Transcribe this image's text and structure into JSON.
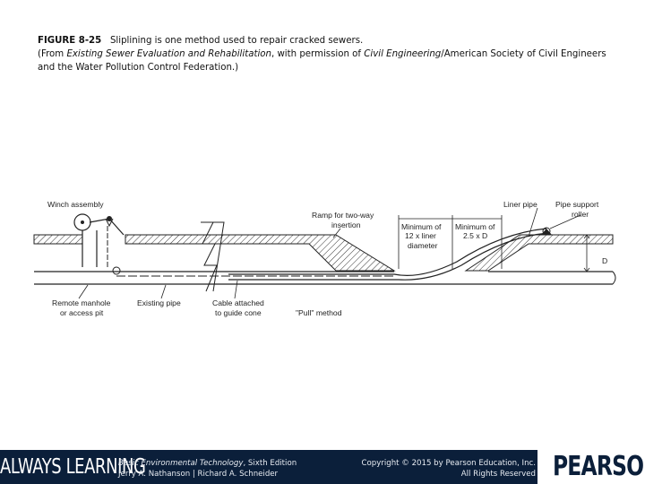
{
  "caption": {
    "figure_label": "FIGURE 8-25",
    "title": "Sliplining is one method used to repair cracked sewers.",
    "source_prefix": "(From",
    "source_title": "Existing Sewer Evaluation and Rehabilitation",
    "source_middle": ", with permission of",
    "source_journal": "Civil Engineering",
    "source_suffix": "/American Society of Civil Engineers and the Water Pollution Control Federation.)"
  },
  "diagram": {
    "labels": {
      "winch_assembly": "Winch assembly",
      "ramp_line1": "Ramp for two-way",
      "ramp_line2": "insertion",
      "min12_line1": "Minimum of",
      "min12_line2": "12 x liner",
      "min12_line3": "diameter",
      "min25_line1": "Minimum of",
      "min25_line2": "2.5 x D",
      "liner_pipe": "Liner pipe",
      "pipe_support_line1": "Pipe support",
      "pipe_support_line2": "roller",
      "d_label": "D",
      "manhole_line1": "Remote manhole",
      "manhole_line2": "or access pit",
      "existing_pipe": "Existing pipe",
      "cable_line1": "Cable attached",
      "cable_line2": "to guide cone",
      "pull_method": "\"Pull\" method"
    }
  },
  "footer": {
    "left_logo": "ALWAYS LEARNING",
    "book_title": "Basic Environmental Technology",
    "book_edition": ", Sixth Edition",
    "authors": "Jerry A. Nathanson | Richard A. Schneider",
    "copyright": "Copyright © 2015 by Pearson Education, Inc.",
    "rights": "All Rights Reserved",
    "right_logo": "PEARSON"
  },
  "colors": {
    "footer_bg": "#0b1f3a",
    "line": "#222222"
  }
}
